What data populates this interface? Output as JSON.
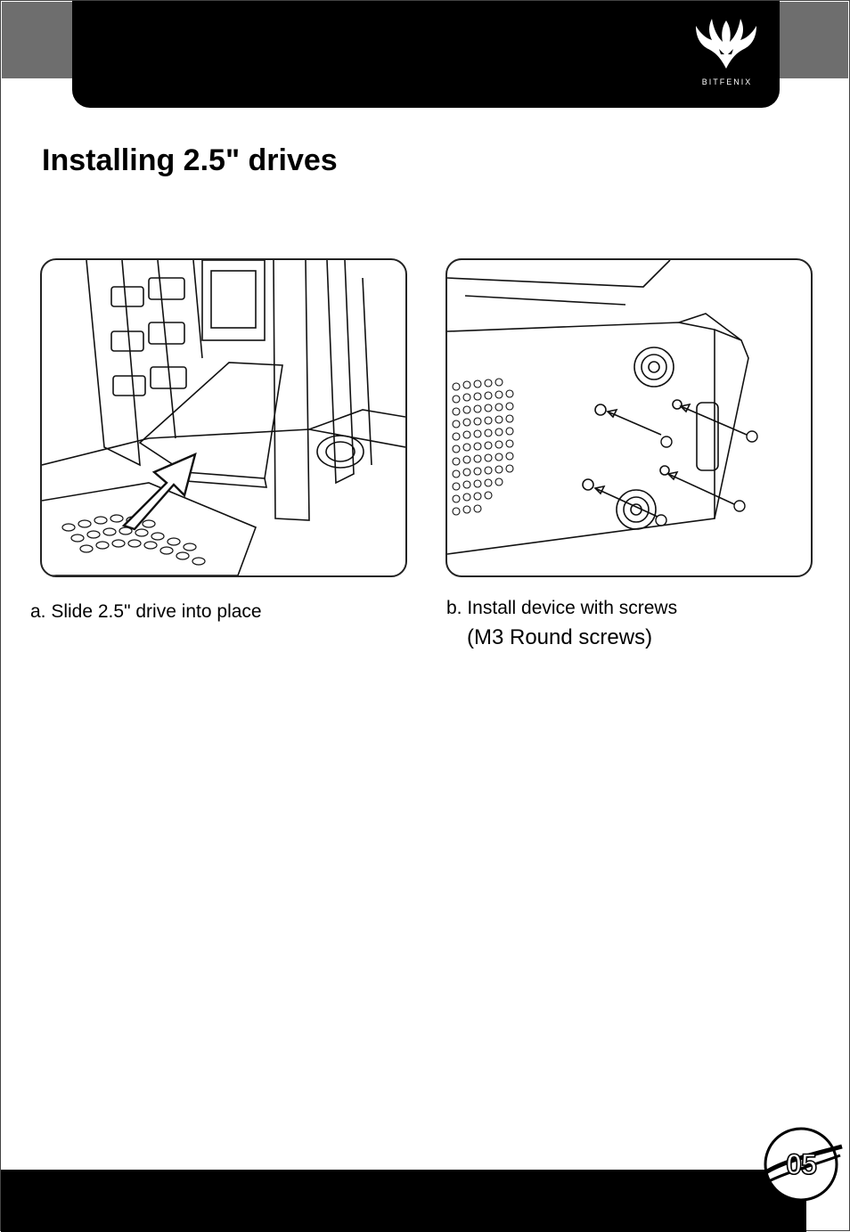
{
  "title": "Installing 2.5\" drives",
  "steps": [
    {
      "caption": "a. Slide 2.5\" drive into place"
    },
    {
      "caption": "b. Install device with screws",
      "note": "(M3 Round screws)"
    }
  ],
  "logo": {
    "text": "BITFENIX",
    "icon": "bitfenix-wings-logo"
  },
  "page_number": "05",
  "colors": {
    "header": "#000000",
    "corner_tab": "#6e6e6e",
    "page": "#ffffff"
  }
}
